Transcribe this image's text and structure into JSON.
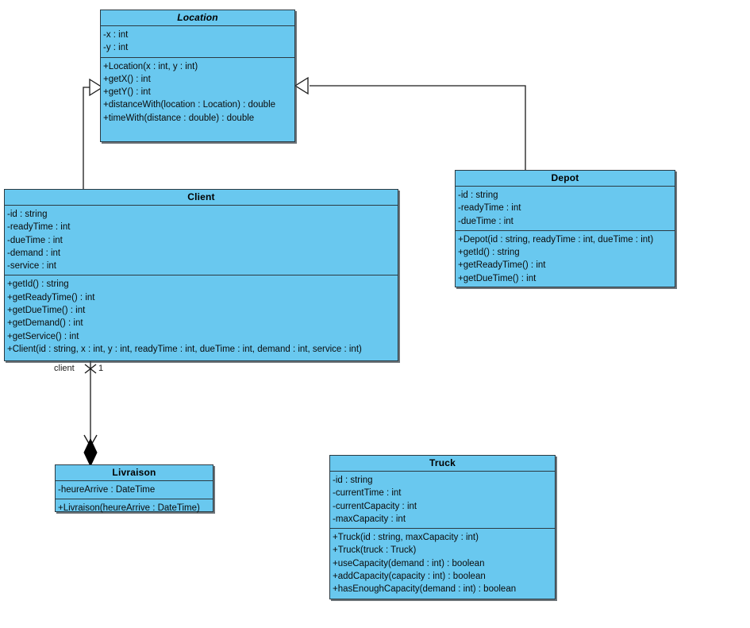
{
  "diagram": {
    "type": "uml-class-diagram",
    "title": "",
    "background_color": "#ffffff",
    "class_fill_color": "#69c8ef",
    "class_border_color": "#2b3a42",
    "edge_color": "#1a1a1a"
  },
  "classes": {
    "location": {
      "name": "Location",
      "stereotype": "abstract",
      "attributes": [
        "-x : int",
        "-y : int"
      ],
      "operations": [
        "+Location(x : int, y : int)",
        "+getX() : int",
        "+getY() : int",
        "+distanceWith(location : Location) : double",
        "+timeWith(distance : double) : double"
      ]
    },
    "client": {
      "name": "Client",
      "stereotype": "concrete",
      "attributes": [
        "-id : string",
        "-readyTime : int",
        "-dueTime : int",
        "-demand : int",
        "-service : int"
      ],
      "operations": [
        "+getId() : string",
        "+getReadyTime() : int",
        "+getDueTime() : int",
        "+getDemand() : int",
        "+getService() : int",
        "+Client(id : string, x : int, y : int, readyTime : int, dueTime : int, demand : int, service : int)"
      ]
    },
    "depot": {
      "name": "Depot",
      "stereotype": "concrete",
      "attributes": [
        "-id : string",
        "-readyTime : int",
        "-dueTime : int"
      ],
      "operations": [
        "+Depot(id : string, readyTime : int, dueTime : int)",
        "+getId() : string",
        "+getReadyTime() : int",
        "+getDueTime() : int"
      ]
    },
    "livraison": {
      "name": "Livraison",
      "stereotype": "concrete",
      "attributes": [
        "-heureArrive : DateTime"
      ],
      "operations": [
        "+Livraison(heureArrive : DateTime)"
      ]
    },
    "truck": {
      "name": "Truck",
      "stereotype": "concrete",
      "attributes": [
        "-id : string",
        "-currentTime : int",
        "-currentCapacity : int",
        "-maxCapacity : int"
      ],
      "operations": [
        "+Truck(id : string, maxCapacity : int)",
        "+Truck(truck : Truck)",
        "+useCapacity(demand : int) : boolean",
        "+addCapacity(capacity : int) : boolean",
        "+hasEnoughCapacity(demand : int) : boolean"
      ]
    }
  },
  "relationships": [
    {
      "id": "client-extends-location",
      "kind": "generalization",
      "from": "Client",
      "to": "Location",
      "role_label": "",
      "multiplicity": ""
    },
    {
      "id": "depot-extends-location",
      "kind": "generalization",
      "from": "Depot",
      "to": "Location",
      "role_label": "",
      "multiplicity": ""
    },
    {
      "id": "client-composes-livraison",
      "kind": "composition",
      "from": "Client",
      "to": "Livraison",
      "role_label": "client",
      "multiplicity": "1"
    }
  ]
}
